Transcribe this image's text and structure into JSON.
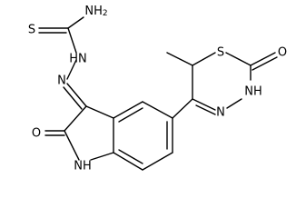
{
  "figure": {
    "type": "chemical-structure",
    "atoms": {
      "thio_s": "S",
      "nh2": "NH2",
      "hydrazine_nh": "HN",
      "hydrazone_n": "N",
      "oxindole_o": "O",
      "oxindole_nh": "NH",
      "ring_s": "S",
      "thiadiazinone_o": "O",
      "thiadiazine_nh": "NH",
      "thiadiazine_n": "N"
    }
  }
}
